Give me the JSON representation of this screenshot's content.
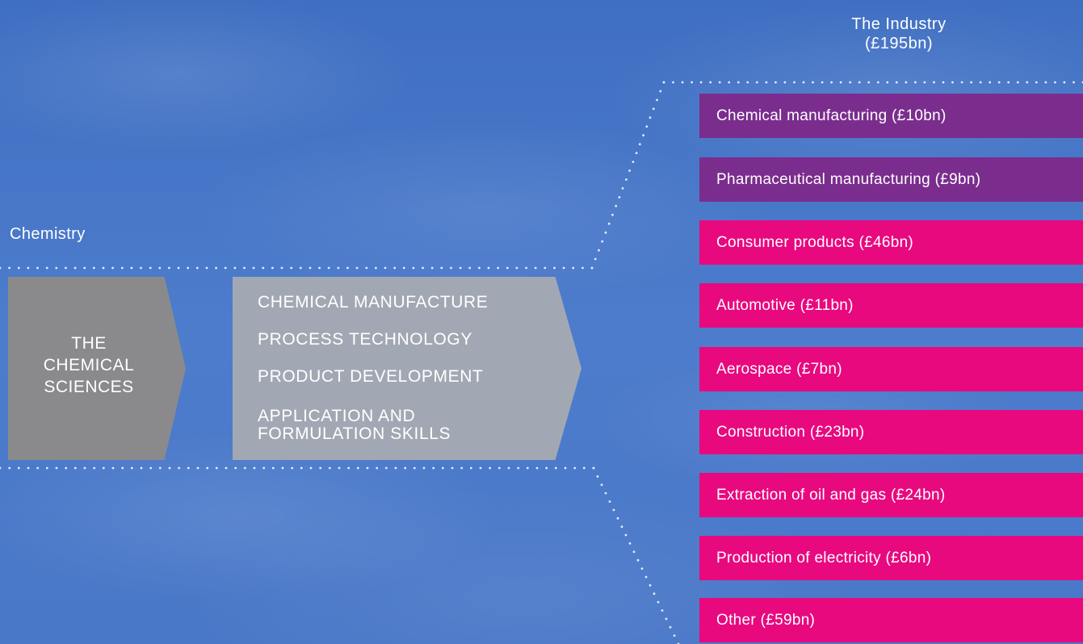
{
  "industry_title": [
    "The Industry",
    "(£195bn)"
  ],
  "chemistry_label": "Chemistry",
  "chevron_main": [
    "THE",
    "CHEMICAL",
    "SCIENCES"
  ],
  "skills": [
    "CHEMICAL MANUFACTURE",
    "PROCESS TECHNOLOGY",
    "PRODUCT DEVELOPMENT",
    "APPLICATION AND",
    "FORMULATION SKILLS"
  ],
  "sectors": [
    {
      "label": "Chemical manufacturing (£10bn)",
      "color": "#7b2d8e"
    },
    {
      "label": "Pharmaceutical manufacturing (£9bn)",
      "color": "#7b2d8e"
    },
    {
      "label": "Consumer products (£46bn)",
      "color": "#e8097f"
    },
    {
      "label": "Automotive (£11bn)",
      "color": "#e8097f"
    },
    {
      "label": "Aerospace (£7bn)",
      "color": "#e8097f"
    },
    {
      "label": "Construction (£23bn)",
      "color": "#e8097f"
    },
    {
      "label": "Extraction of oil and gas (£24bn)",
      "color": "#e8097f"
    },
    {
      "label": "Production of electricity (£6bn)",
      "color": "#e8097f"
    },
    {
      "label": "Other (£59bn)",
      "color": "#e8097f"
    }
  ],
  "colors": {
    "chevron_dark": "#8a8a8c",
    "chevron_light": "#a2a8b3",
    "sky": "#4a78c8"
  }
}
